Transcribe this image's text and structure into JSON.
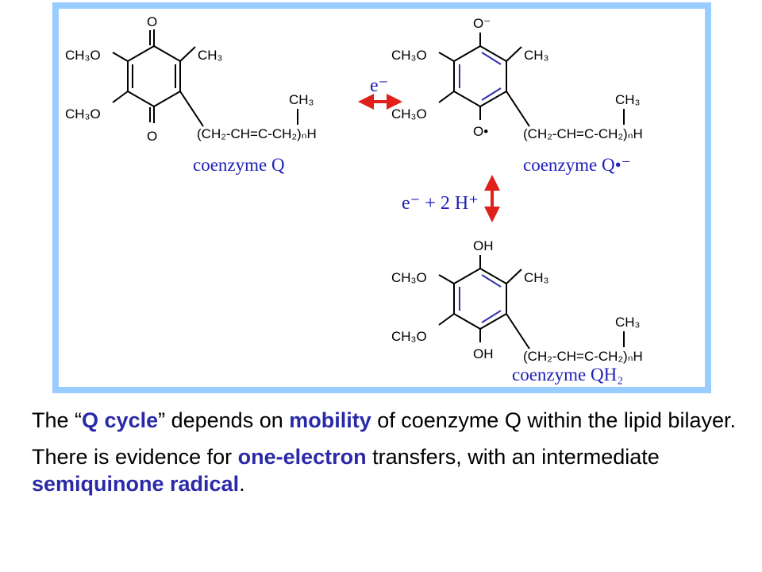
{
  "molecules": {
    "quinone": {
      "top_group": "O",
      "bottom_group": "O",
      "methoxy_top": "CH₃O",
      "methoxy_bottom": "CH₃O",
      "methyl": "CH₃",
      "chain": "(CH₂-CH=C-CH₂)ₙH",
      "chain_branch": "CH₃",
      "label": "coenzyme Q"
    },
    "semiquinone": {
      "top_group": "O⁻",
      "bottom_group": "O•",
      "methoxy_top": "CH₃O",
      "methoxy_bottom": "CH₃O",
      "methyl": "CH₃",
      "chain": "(CH₂-CH=C-CH₂)ₙH",
      "chain_branch": "CH₃",
      "label": "coenzyme Q•⁻"
    },
    "quinol": {
      "top_group": "OH",
      "bottom_group": "OH",
      "methoxy_top": "CH₃O",
      "methoxy_bottom": "CH₃O",
      "methyl": "CH₃",
      "chain": "(CH₂-CH=C-CH₂)ₙH",
      "chain_branch": "CH₃",
      "label": "coenzyme QH₂"
    }
  },
  "arrows": {
    "one_electron": "e⁻",
    "electron_proton": "e⁻ + 2 H⁺"
  },
  "colors": {
    "frame": "#99ccff",
    "arrow": "#e0201a",
    "highlight": "#2a2aa8",
    "label": "#1f1fb8",
    "bond_blue": "#3030b0"
  },
  "caption": {
    "p1": {
      "t1": "The “",
      "h1": "Q cycle",
      "t2": "” depends on ",
      "h2": "mobility",
      "t3": " of coenzyme Q within the lipid bilayer."
    },
    "p2": {
      "t1": "There is evidence for ",
      "h1": "one-electron",
      "t2": " transfers, with an intermediate ",
      "h2": "semiquinone radical",
      "t3": "."
    }
  }
}
